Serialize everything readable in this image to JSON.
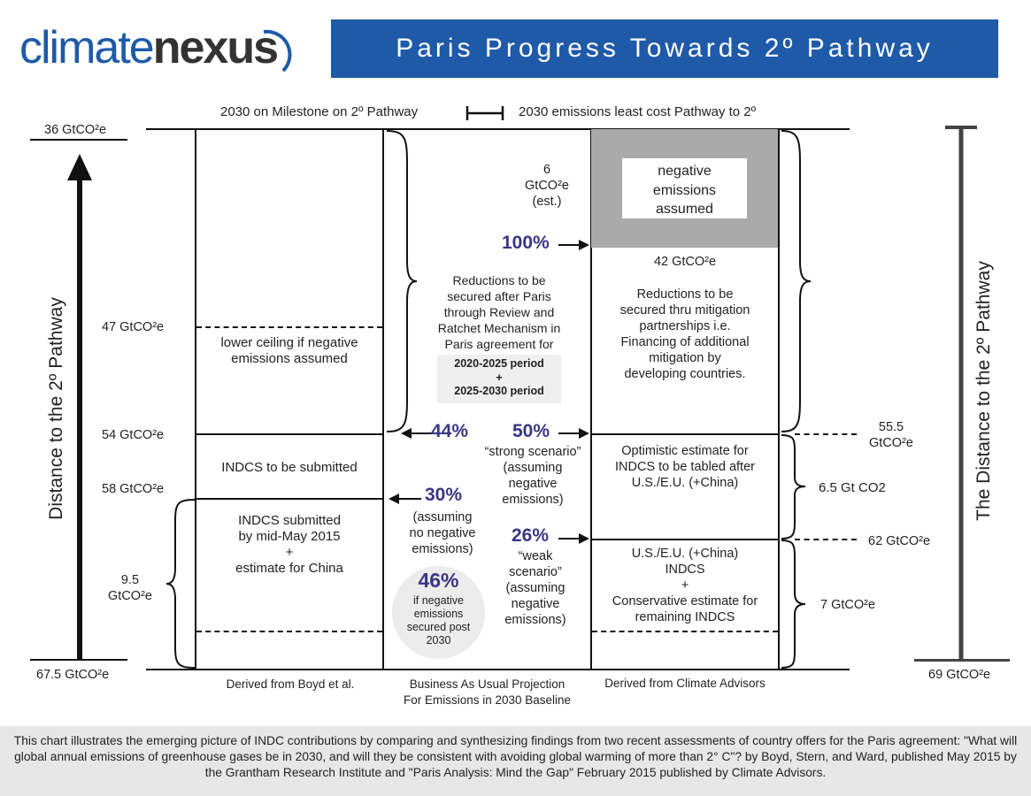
{
  "header": {
    "logo_part1": "climate",
    "logo_part2": "nexus",
    "title": "Paris Progress Towards 2º Pathway"
  },
  "legend": {
    "left": "2030 on Milestone on 2º Pathway",
    "right": "2030 emissions least cost Pathway to 2º"
  },
  "left_axis": {
    "label": "Distance to the 2º Pathway",
    "top_value": "36 GtCO²e",
    "bottom_value": "67.5 GtCO²e",
    "levels": [
      "47 GtCO²e",
      "54 GtCO²e",
      "58 GtCO²e"
    ],
    "bracket_value": "9.5\nGtCO²e"
  },
  "left_column": {
    "lower_ceiling": "lower ceiling if negative\nemissions assumed",
    "indcs_to_submit": "INDCS to be submitted",
    "indcs_submitted": "INDCS submitted\nby mid-May 2015\n+\nestimate for China",
    "source": "Derived from Boyd et al."
  },
  "middle": {
    "reductions": "Reductions to be\nsecured after Paris\nthrough Review and\nRatchet Mechanism in\nParis agreement for",
    "periods": "2020-2025 period\n+\n2025-2030 period",
    "pct_44": "44%",
    "pct_30": "30%",
    "note_30": "(assuming\nno negative\nemissions)",
    "pct_46": "46%",
    "note_46": "if negative\nemissions\nsecured post\n2030",
    "pct_100": "100%",
    "est_6": "6\nGtCO²e\n(est.)",
    "pct_50": "50%",
    "note_50": "“strong scenario”\n(assuming\nnegative\nemissions)",
    "pct_26": "26%",
    "note_26": "“weak\nscenario”\n(assuming\nnegative\nemissions)",
    "source": "Business As Usual Projection\nFor Emissions in 2030 Baseline"
  },
  "right_column": {
    "negative_emissions": "negative\nemissions\nassumed",
    "value_42": "42 GtCO²e",
    "mitigation": "Reductions to be\nsecured thru mitigation\npartnerships i.e.\nFinancing of additional\nmitigation by\ndeveloping countries.",
    "optimistic": "Optimistic estimate for\nINDCS to be tabled  after\nU.S./E.U.  (+China)",
    "conservative": "U.S./E.U.  (+China)\nINDCS\n+\nConservative estimate for\nremaining INDCS",
    "source": "Derived from Climate Advisors"
  },
  "right_axis": {
    "label": "The Distance to the 2º Pathway",
    "level_555": "55.5\nGtCO²e",
    "gap_65": "6.5 Gt CO2",
    "level_62": "62 GtCO²e",
    "gap_7": "7 GtCO²e",
    "bottom_value": "69 GtCO²e"
  },
  "footer": {
    "text": "This chart illustrates the emerging picture of INDC contributions by comparing and synthesizing findings from two recent assessments of country offers for the Paris agreement: \"What will global annual emissions of greenhouse gases be in 2030, and will they be consistent with avoiding global warming of more than 2° C\"? by Boyd, Stern, and Ward, published May 2015 by the Grantham Research Institute and \"Paris Analysis: Mind the Gap\" February 2015 published by Climate Advisors."
  }
}
